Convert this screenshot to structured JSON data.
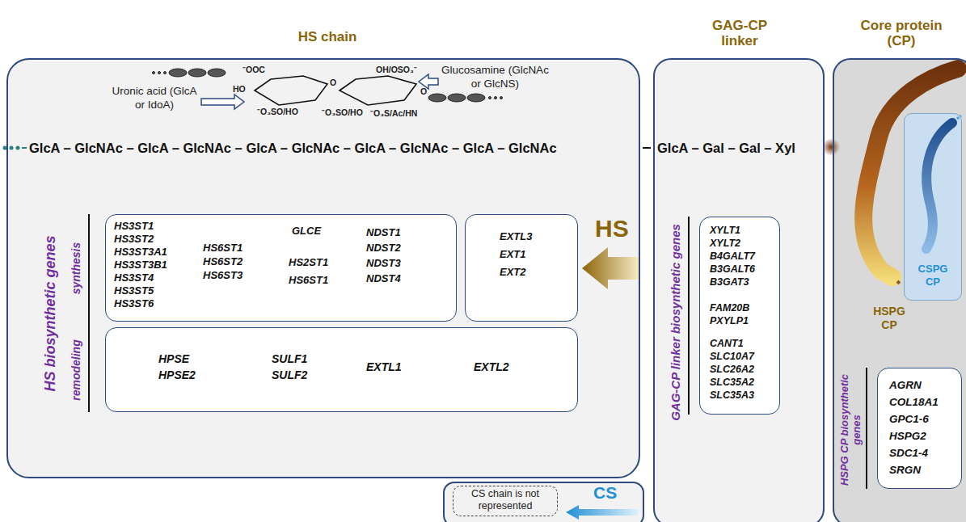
{
  "diagram": {
    "nodes": [
      {
        "text": [
          "HS chain"
        ]
      },
      {
        "text": [
          "HS3ST1 HS3ST2 HS3ST3A1 HS3ST3B1 HS3ST4 HS3ST5 HS3ST6",
          "HS6ST1 HS6ST2 HS6ST3",
          "GLCE",
          "HS2ST1 HS6ST1",
          "NDST1 NDST2 NDST3 NDST4"
        ],
        "in": 0
      },
      {
        "text": [
          "EXTL3 EXT1 EXT2"
        ],
        "in": 0
      },
      {
        "text": [
          "HPSE HPSE2",
          "SULF1 SULF2",
          "EXTL1",
          "EXTL2"
        ],
        "in": 0
      },
      {
        "text": [
          "CS"
        ]
      },
      {
        "text": [
          "CS chain is not represented"
        ],
        "in": 4
      },
      {
        "text": [
          "GAG-CP linker",
          "GAG-CP linker biosynthetic genes"
        ]
      },
      {
        "text": [
          "XYLT1 XYLT2 B4GALT7 B3GALT6 B3GAT3",
          "FAM20B PXYLP1",
          "CANT1 SLC10A7 SLC26A2 SLC35A2 SLC35A3"
        ],
        "in": 6
      },
      {
        "text": [
          "Core protein (CP)",
          "HSPG CP",
          "HSPG CP biosynthetic genes"
        ]
      },
      {
        "text": [
          "CSPG CP"
        ],
        "in": 8
      },
      {
        "text": [
          "AGRN COL18A1 GPC1-6 HSPG2 SDC1-4 SRGN"
        ],
        "in": 8
      }
    ],
    "labels": [
      "⁻OOC",
      "HO",
      "⁻O₃SO/HO",
      "O",
      "OH/OSO₃⁻",
      "⁻O₃SO/HO",
      "⁻O₃S/Ac/HN",
      "O",
      "Uronic acid (GlcA or IdoA)",
      "Glucosamine (GlcNAc or GlcNS)",
      "GlcA – GlcNAc – GlcA – GlcNAc – GlcA – GlcNAc – GlcA – GlcNAc – GlcA – GlcNAc",
      "GlcA – Gal – Gal – Xyl",
      "HS biosynthetic genes",
      "synthesis",
      "remodeling",
      "HS"
    ]
  }
}
